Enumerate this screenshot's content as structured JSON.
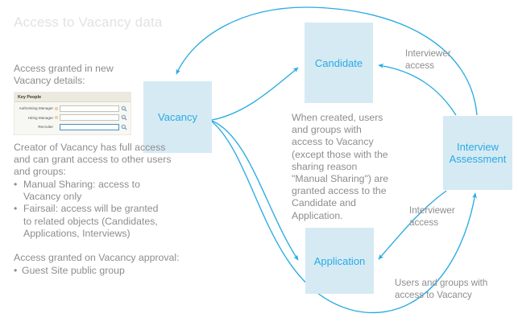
{
  "title": "Access to Vacancy data",
  "colors": {
    "node_fill": "#d6eaf4",
    "node_text": "#29abe2",
    "edge": "#29abe2",
    "body_text": "#8d8d8d",
    "title_text": "#e2e2e2"
  },
  "left_panel": {
    "intro_line1": "Access granted in new",
    "intro_line2": "Vacancy details:",
    "form": {
      "header": "Key People",
      "rows": [
        {
          "label": "Authorising Manager",
          "value": "",
          "required_marker": true,
          "focused": false
        },
        {
          "label": "Hiring Manager",
          "value": "",
          "required_marker": true,
          "focused": false
        },
        {
          "label": "Recruiter",
          "value": "",
          "required_marker": false,
          "focused": true
        }
      ],
      "lookup_icon": "magnifier-lookup-icon"
    },
    "creator_paragraph": "Creator of Vacancy has full access and can grant access to other users and groups:",
    "creator_bullets": [
      "Manual Sharing: access to Vacancy only",
      "Fairsail: access will be granted to related objects (Candidates, Applications, Interviews)"
    ],
    "approval_paragraph": "Access granted on Vacancy approval:",
    "approval_bullets": [
      "Guest Site public group"
    ]
  },
  "center_note": "When created, users and groups with access to Vacancy (except those with the sharing reason \"Manual Sharing\") are granted access to the Candidate and Application.",
  "nodes": [
    {
      "id": "vacancy",
      "label": "Vacancy"
    },
    {
      "id": "candidate",
      "label": "Candidate"
    },
    {
      "id": "application",
      "label": "Application"
    },
    {
      "id": "interview_assessment",
      "label": "Interview\nAssessment"
    }
  ],
  "node_labels": {
    "vacancy": "Vacancy",
    "candidate": "Candidate",
    "application": "Application",
    "interview_assessment_line1": "Interview",
    "interview_assessment_line2": "Assessment"
  },
  "edge_labels": {
    "interviewer_access_top_l1": "Interviewer",
    "interviewer_access_top_l2": "access",
    "interviewer_access_bottom_l1": "Interviewer",
    "interviewer_access_bottom_l2": "access",
    "users_groups_l1": "Users and groups with",
    "users_groups_l2": "access to Vacancy"
  },
  "edges": [
    {
      "from": "interview_assessment",
      "to": "vacancy",
      "label": ""
    },
    {
      "from": "interview_assessment",
      "to": "candidate",
      "label": "Interviewer access"
    },
    {
      "from": "interview_assessment",
      "to": "application",
      "label": "Interviewer access"
    },
    {
      "from": "vacancy",
      "to": "candidate",
      "label": ""
    },
    {
      "from": "vacancy",
      "to": "application",
      "label": ""
    },
    {
      "from": "vacancy",
      "to": "interview_assessment",
      "label": "Users and groups with access to Vacancy"
    }
  ]
}
